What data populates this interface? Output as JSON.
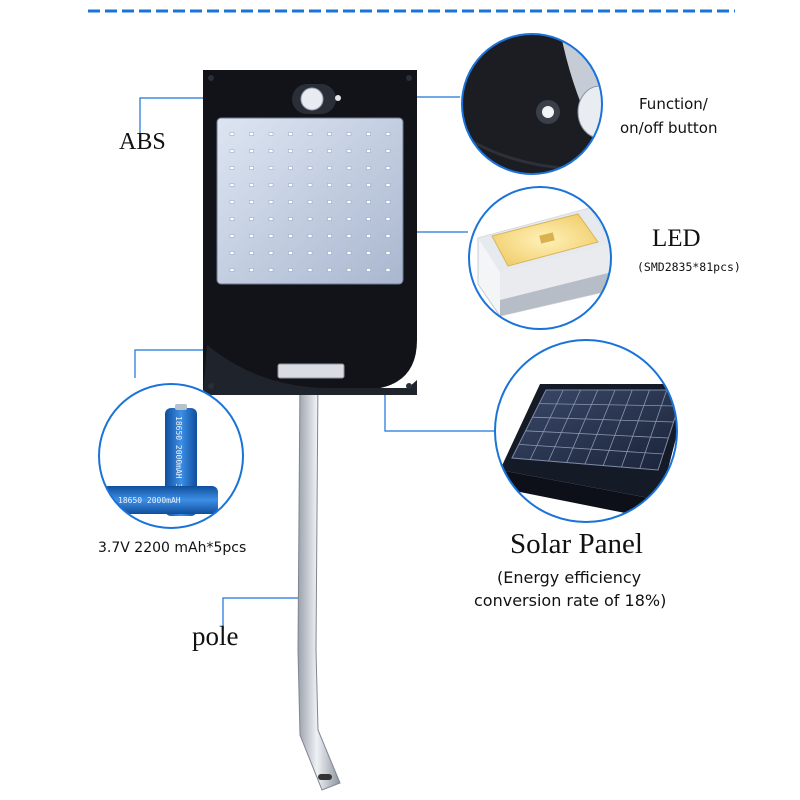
{
  "labels": {
    "abs": "ABS",
    "function_button_line1": "Function/",
    "function_button_line2": "on/off button",
    "led": "LED",
    "led_spec": "(SMD2835*81pcs)",
    "battery": "3.7V 2200 mAh*5pcs",
    "solar_panel": "Solar Panel",
    "efficiency_line1": "(Energy efficiency",
    "efficiency_line2": "conversion rate of 18%)",
    "pole": "pole"
  },
  "battery_print": {
    "vertical": "18650 2000mAH 3.7V",
    "horizontal": "18650 2000mAH"
  },
  "colors": {
    "accent_blue": "#1a73d9",
    "housing_black": "#111318",
    "led_panel": "#b9c6dc",
    "battery_blue": "#1c63b8",
    "solar_cell": "#27344f",
    "pole_silver": "#c9ced6",
    "led_yellow": "#f6dd8b"
  },
  "led_grid": {
    "rows": 9,
    "cols": 9
  }
}
